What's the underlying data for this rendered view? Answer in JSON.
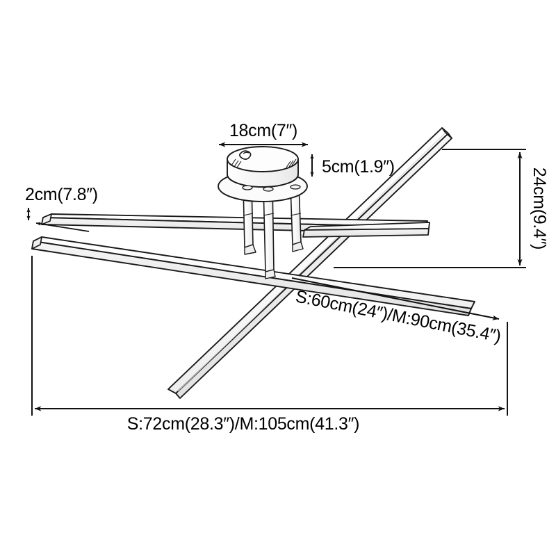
{
  "drawing": {
    "type": "product-dimension-diagram",
    "subject": "linear-bar-semi-flush-ceiling-light",
    "background_color": "#ffffff",
    "line_color": "#1a1a1a",
    "fill_color": "#ffffff",
    "shade_color": "#f2f2f2"
  },
  "dimensions": {
    "canopy_width": {
      "label": "18cm(7″)",
      "orientation": "horizontal",
      "location": "top-center"
    },
    "canopy_height": {
      "label": "5cm(1.9″)",
      "orientation": "vertical",
      "location": "top-right-of-canopy"
    },
    "bar_thickness": {
      "label": "2cm(7.8″)",
      "orientation": "vertical",
      "location": "upper-left"
    },
    "overall_height": {
      "label": "24cm(9.4″)",
      "orientation": "vertical-rotated",
      "location": "right-side"
    },
    "bar_length": {
      "label": "S:60cm(24″)/M:90cm(35.4″)",
      "orientation": "diagonal",
      "location": "center-right"
    },
    "overall_width": {
      "label": "S:72cm(28.3″)/M:105cm(41.3″)",
      "orientation": "horizontal",
      "location": "bottom-center"
    }
  }
}
